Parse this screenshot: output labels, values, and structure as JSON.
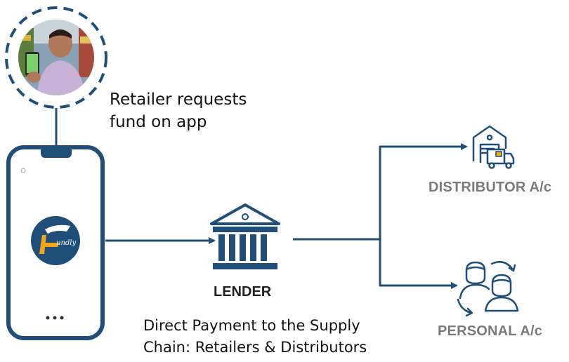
{
  "retailer": {
    "caption_line1": "Retailer requests",
    "caption_line2": "fund on app"
  },
  "app": {
    "logo_letter": "F",
    "logo_text": "undly"
  },
  "lender": {
    "label": "LENDER",
    "caption_line1": "Direct Payment to the Supply",
    "caption_line2": "Chain: Retailers & Distributors"
  },
  "destinations": {
    "distributor_label": "DISTRIBUTOR A/c",
    "personal_label": "PERSONAL A/c"
  },
  "colors": {
    "navy": "#1f4e79",
    "accent_orange": "#f2a516",
    "label_gray": "#7a7a7a"
  }
}
